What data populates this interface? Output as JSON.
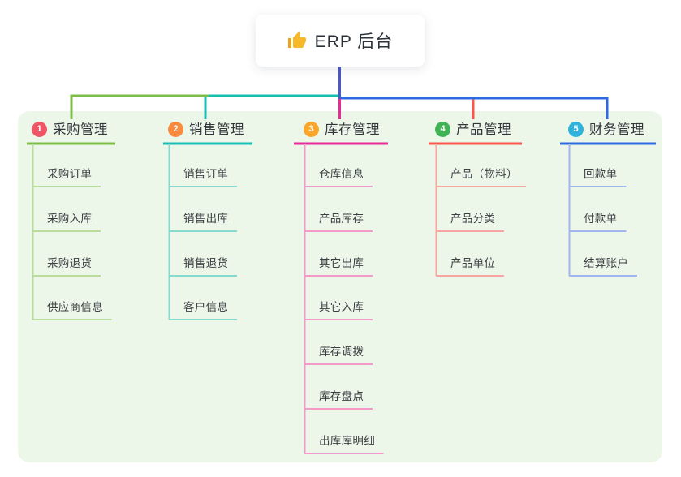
{
  "app": {
    "title": "ERP 后台",
    "icon": "thumbs-up"
  },
  "colors": {
    "panel_bg": "#edf7e9",
    "root_stem": "#4a58cc",
    "root_box_bg": "#ffffff",
    "text_dark": "#2b3138"
  },
  "branches": [
    {
      "num": "1",
      "label": "采购管理",
      "line_color": "#7ebc4a",
      "child_line_color": "#b9dc9b",
      "badge_color": "#ef5467",
      "children": [
        "采购订单",
        "采购入库",
        "采购退货",
        "供应商信息"
      ]
    },
    {
      "num": "2",
      "label": "销售管理",
      "line_color": "#17bfb0",
      "child_line_color": "#86dad0",
      "badge_color": "#f98b3f",
      "children": [
        "销售订单",
        "销售出库",
        "销售退货",
        "客户信息"
      ]
    },
    {
      "num": "3",
      "label": "库存管理",
      "line_color": "#e82a94",
      "child_line_color": "#f29ac9",
      "badge_color": "#faa72b",
      "children": [
        "仓库信息",
        "产品库存",
        "其它出库",
        "其它入库",
        "库存调拨",
        "库存盘点",
        "出库库明细"
      ]
    },
    {
      "num": "4",
      "label": "产品管理",
      "line_color": "#f9564f",
      "child_line_color": "#f8a6a1",
      "badge_color": "#42b257",
      "children": [
        "产品（物料）",
        "产品分类",
        "产品单位"
      ]
    },
    {
      "num": "5",
      "label": "财务管理",
      "line_color": "#2f6ae2",
      "child_line_color": "#9fb6ee",
      "badge_color": "#2fb3dc",
      "children": [
        "回款单",
        "付款单",
        "结算账户"
      ]
    }
  ]
}
